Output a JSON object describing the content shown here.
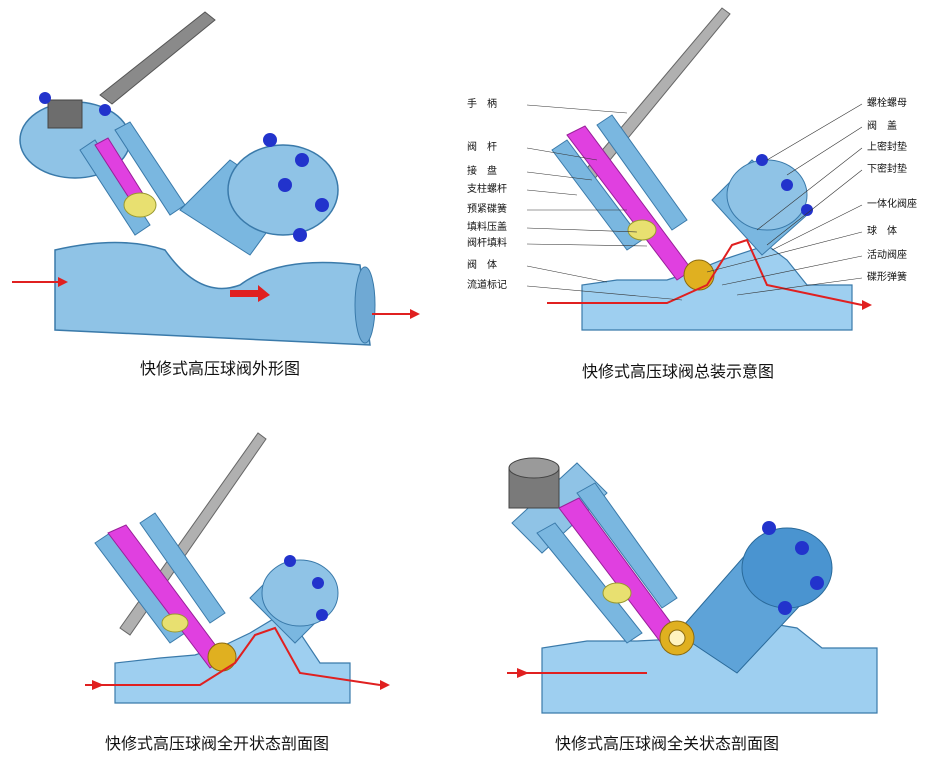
{
  "figures": [
    {
      "caption": "快修式高压球阀外形图"
    },
    {
      "caption": "快修式高压球阀总装示意图"
    },
    {
      "caption": "快修式高压球阀全开状态剖面图"
    },
    {
      "caption": "快修式高压球阀全关状态剖面图"
    }
  ],
  "assembly_labels": {
    "left": [
      "手　柄",
      "阀　杆",
      "接　盘",
      "支柱螺杆",
      "预紧碟簧",
      "填料压盖",
      "阀杆填料",
      "阀　体",
      "流道标记"
    ],
    "right": [
      "螺栓螺母",
      "阀　盖",
      "上密封垫",
      "下密封垫",
      "一体化阀座",
      "球　体",
      "活动阀座",
      "碟形弹簧"
    ]
  },
  "colors": {
    "body_blue": "#8fc3e6",
    "body_blue_dark": "#5a9bcc",
    "stem_magenta": "#e040e0",
    "bolt_blue": "#2233cc",
    "ball_gold": "#e0b020",
    "packing_yellow": "#e8e070",
    "flow_red": "#e02020",
    "handle_gray": "#8a8a8a"
  }
}
